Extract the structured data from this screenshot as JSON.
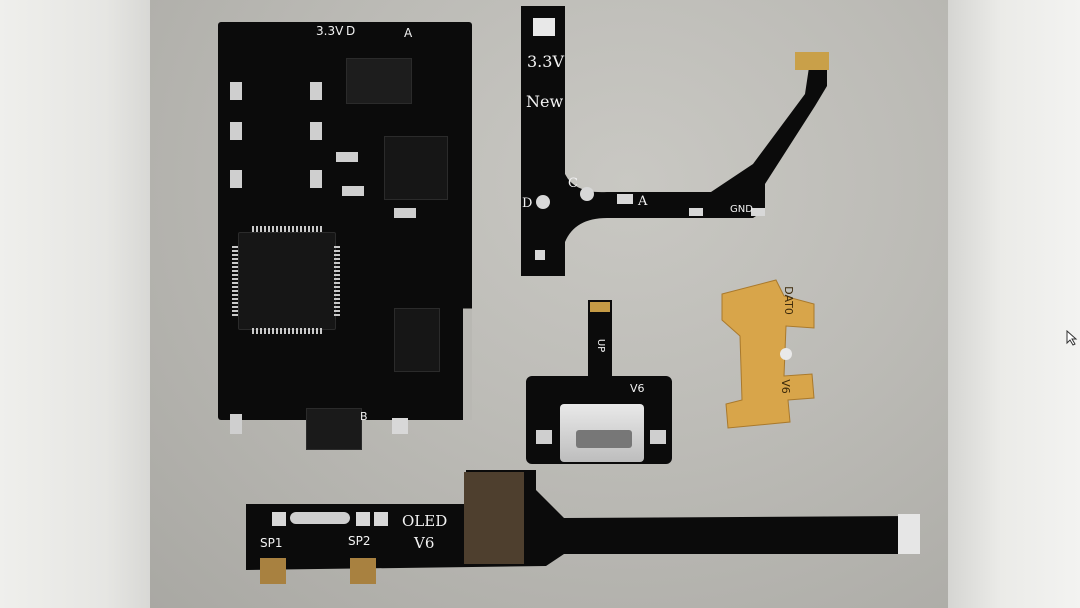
{
  "silkscreen": {
    "board_3v3": "3.3V",
    "board_d": "D",
    "board_a": "A",
    "board_b": "B",
    "flex_3v3": "3.3V",
    "flex_new": "New",
    "flex_c": "C",
    "flex_d": "D",
    "flex_a": "A",
    "flex_gnd": "GND",
    "usb_up": "UP",
    "usb_v6": "V6",
    "gold_dat0": "DAT0",
    "gold_v6": "V6",
    "oled_label": "OLED",
    "oled_v6": "V6",
    "sp1": "SP1",
    "sp2": "SP2"
  },
  "colors": {
    "pcb_black": "#0b0b0b",
    "copper_gold": "#d8a54a",
    "background_grey": "#bcbbb6"
  },
  "icons": {
    "cursor": "mouse-cursor-icon"
  }
}
